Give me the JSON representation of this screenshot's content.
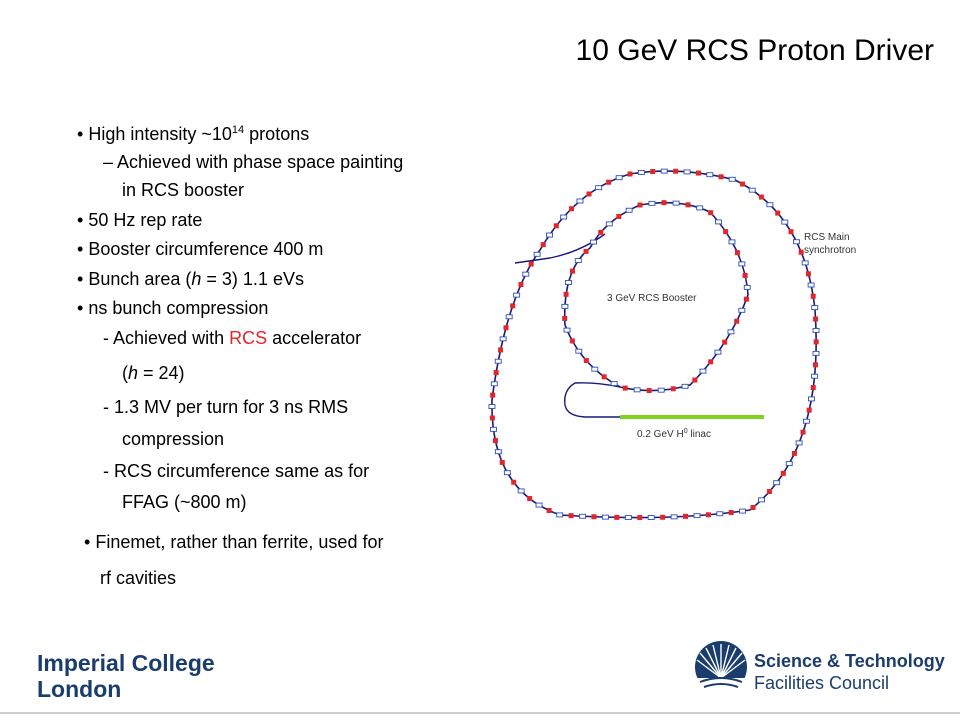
{
  "slide": {
    "title": "10 GeV RCS Proton Driver"
  },
  "bullets": {
    "b1_pre": "High intensity ~10",
    "b1_sup": "14",
    "b1_post": " protons",
    "b1_sub1": "Achieved with phase space painting",
    "b1_sub1_cont": "in RCS booster",
    "b2": "50 Hz rep rate",
    "b3": "Booster circumference 400 m",
    "b4_pre": "Bunch area (",
    "b4_h": "h",
    "b4_post": " = 3) 1.1 eVs",
    "b5": "ns bunch compression",
    "b5_sub1_pre": "Achieved with ",
    "b5_sub1_red": "RCS",
    "b5_sub1_post": " accelerator",
    "b5_sub1_cont_pre": "(",
    "b5_sub1_cont_h": "h",
    "b5_sub1_cont_post": " = 24)",
    "b5_sub2": "1.3 MV per turn for 3 ns RMS",
    "b5_sub2_cont": "compression",
    "b5_sub3": "RCS circumference same as for",
    "b5_sub3_cont": "FFAG (~800 m)",
    "b6": "Finemet, rather than ferrite, used for",
    "b6_cont": "rf cavities"
  },
  "diagram": {
    "main_label_1": "RCS Main",
    "main_label_2": "synchrotron",
    "booster_label": "3 GeV RCS Booster",
    "linac_label_pre": "0.2 GeV H",
    "linac_label_sup": "0",
    "linac_label_post": " linac",
    "colors": {
      "ring_line": "#1a1a7a",
      "dipole": "#e3262a",
      "quad": "#2d4fb5",
      "linac": "#7ed321"
    }
  },
  "footer": {
    "imperial_line1": "Imperial College",
    "imperial_line2": "London",
    "stfc_line1": "Science & Technology",
    "stfc_line2": "Facilities Council"
  }
}
